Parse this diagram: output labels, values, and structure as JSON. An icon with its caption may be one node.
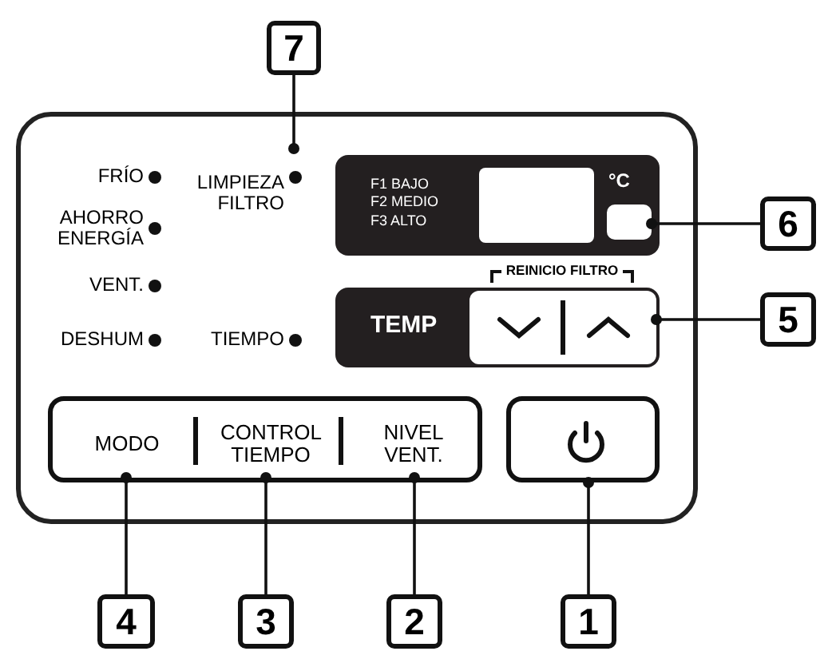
{
  "diagram": {
    "nodes": [
      {
        "text": [
          "7"
        ]
      },
      {
        "text": [
          "LIMPIEZA FILTRO"
        ]
      },
      {
        "text": [
          "F1 BAJO F2 MEDIO F3 ALTO",
          "°C"
        ]
      },
      {
        "text": [],
        "shape": "box",
        "in": 2
      },
      {
        "text": [
          "6"
        ]
      },
      {
        "text": [
          "TEMP"
        ]
      },
      {
        "text": [],
        "shape": "box",
        "in": 5
      },
      {
        "text": [
          "5"
        ]
      },
      {
        "text": [],
        "shape": "box"
      },
      {
        "text": [
          "MODO"
        ],
        "in": 8
      },
      {
        "text": [
          "CONTROL TIEMPO"
        ],
        "in": 8
      },
      {
        "text": [
          "NIVEL VENT."
        ],
        "in": 8
      },
      {
        "text": [],
        "shape": "box"
      },
      {
        "text": [
          "4"
        ]
      },
      {
        "text": [
          "3"
        ]
      },
      {
        "text": [
          "2"
        ]
      },
      {
        "text": [
          "1"
        ]
      }
    ],
    "edges": [
      {
        "from": 0,
        "to": 1,
        "arrow": "other"
      },
      {
        "from": 4,
        "to": 3,
        "arrow": "other"
      },
      {
        "from": 7,
        "to": 6,
        "arrow": "other"
      },
      {
        "from": 13,
        "to": 9,
        "arrow": "other"
      },
      {
        "from": 14,
        "to": 10,
        "arrow": "other"
      },
      {
        "from": 15,
        "to": 11,
        "arrow": "other"
      },
      {
        "from": 16,
        "to": 12,
        "arrow": "other"
      }
    ],
    "labels": [
      "FRÍO",
      "AHORRO ENERGÍA",
      "VENT.",
      "DESHUM",
      "TIEMPO",
      "REINICIO FILTRO"
    ]
  }
}
